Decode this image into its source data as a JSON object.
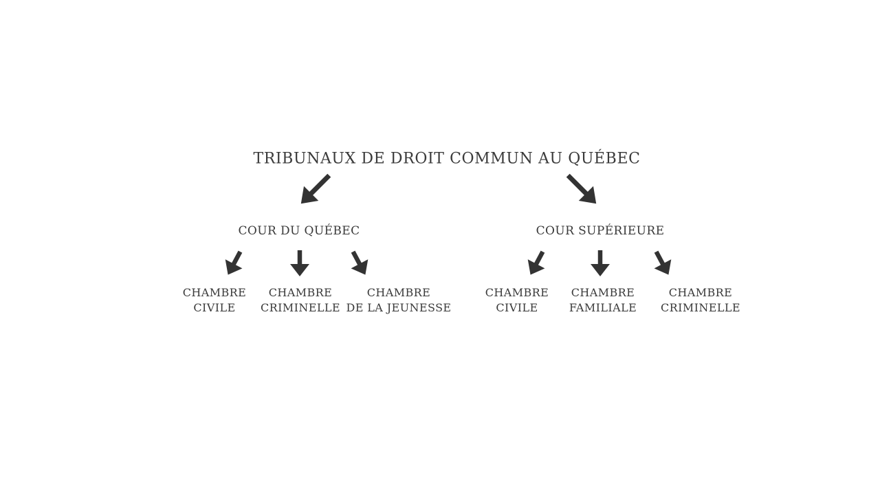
{
  "diagram": {
    "title": "TRIBUNAUX DE DROIT COMMUN AU QUÉBEC",
    "colors": {
      "background": "#ffffff",
      "text": "#3a3a3a",
      "arrow": "#333333"
    },
    "icons": {
      "from_title": [
        "arrow-down-left",
        "arrow-down-right"
      ],
      "per_branch": [
        "arrow-down-left",
        "arrow-down",
        "arrow-down-right"
      ]
    },
    "branches": [
      {
        "label": "COUR DU QUÉBEC",
        "children": [
          {
            "lines": [
              "CHAMBRE",
              "CIVILE"
            ]
          },
          {
            "lines": [
              "CHAMBRE",
              "CRIMINELLE"
            ]
          },
          {
            "lines": [
              "CHAMBRE",
              "DE LA JEUNESSE"
            ]
          }
        ]
      },
      {
        "label": "COUR SUPÉRIEURE",
        "children": [
          {
            "lines": [
              "CHAMBRE",
              "CIVILE"
            ]
          },
          {
            "lines": [
              "CHAMBRE",
              "FAMILIALE"
            ]
          },
          {
            "lines": [
              "CHAMBRE",
              "CRIMINELLE"
            ]
          }
        ]
      }
    ]
  }
}
